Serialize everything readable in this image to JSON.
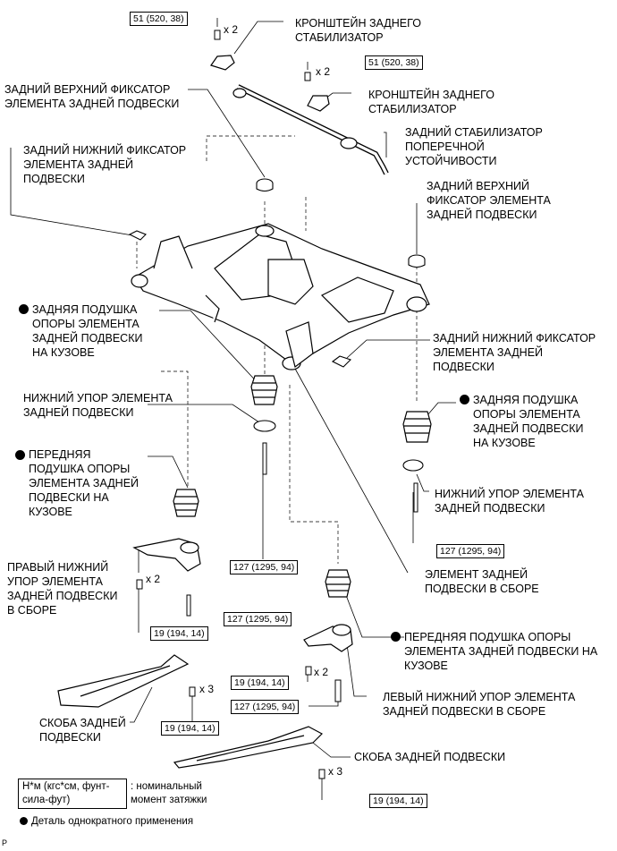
{
  "torque": {
    "t51": "51 (520, 38)",
    "t127": "127 (1295, 94)",
    "t19": "19 (194, 14)"
  },
  "qty": {
    "x2": "x 2",
    "x3": "x 3"
  },
  "labels": {
    "bracket_stab": "КРОНШТЕЙН ЗАДНЕГО\nСТАБИЛИЗАТОР",
    "bracket_stab2": "КРОНШТЕЙН ЗАДНЕГО\nСТАБИЛИЗАТОР",
    "upper_retainer_l": "ЗАДНИЙ ВЕРХНИЙ ФИКСАТОР\nЭЛЕМЕНТА ЗАДНЕЙ ПОДВЕСКИ",
    "stabilizer_bar": "ЗАДНИЙ СТАБИЛИЗАТОР\nПОПЕРЕЧНОЙ\nУСТОЙЧИВОСТИ",
    "lower_retainer_l": "ЗАДНИЙ НИЖНИЙ ФИКСАТОР\nЭЛЕМЕНТА ЗАДНЕЙ\nПОДВЕСКИ",
    "upper_retainer_r": "ЗАДНИЙ ВЕРХНИЙ\nФИКСАТОР ЭЛЕМЕНТА\nЗАДНЕЙ ПОДВЕСКИ",
    "rear_cushion_l": "ЗАДНЯЯ ПОДУШКА\nОПОРЫ ЭЛЕМЕНТА\nЗАДНЕЙ ПОДВЕСКИ\nНА КУЗОВЕ",
    "lower_retainer_r": "ЗАДНИЙ НИЖНИЙ ФИКСАТОР\nЭЛЕМЕНТА ЗАДНЕЙ\nПОДВЕСКИ",
    "lower_stopper_l": "НИЖНИЙ УПОР ЭЛЕМЕНТА\nЗАДНЕЙ ПОДВЕСКИ",
    "rear_cushion_r": "ЗАДНЯЯ ПОДУШКА\nОПОРЫ ЭЛЕМЕНТА\nЗАДНЕЙ ПОДВЕСКИ\nНА КУЗОВЕ",
    "front_cushion_l": "ПЕРЕДНЯЯ\nПОДУШКА ОПОРЫ\nЭЛЕМЕНТА ЗАДНЕЙ\nПОДВЕСКИ НА\nКУЗОВЕ",
    "lower_stopper_r": "НИЖНИЙ УПОР ЭЛЕМЕНТА\nЗАДНЕЙ ПОДВЕСКИ",
    "rh_lower_stopper": "ПРАВЫЙ НИЖНИЙ\nУПОР ЭЛЕМЕНТА\nЗАДНЕЙ ПОДВЕСКИ\nВ СБОРЕ",
    "member_assy": "ЭЛЕМЕНТ ЗАДНЕЙ\nПОДВЕСКИ В СБОРЕ",
    "front_cushion_r": "ПЕРЕДНЯЯ ПОДУШКА ОПОРЫ\nЭЛЕМЕНТА ЗАДНЕЙ ПОДВЕСКИ НА\nКУЗОВЕ",
    "lh_lower_stopper": "ЛЕВЫЙ НИЖНИЙ УПОР ЭЛЕМЕНТА\nЗАДНЕЙ ПОДВЕСКИ В СБОРЕ",
    "brace_l": "СКОБА ЗАДНЕЙ\nПОДВЕСКИ",
    "brace_r": "СКОБА ЗАДНЕЙ ПОДВЕСКИ"
  },
  "legend": {
    "unit": "Н*м (кгс*см, фунт-\nсила-фут)",
    "unit_desc": ": номинальный\nмомент затяжки",
    "nonreusable": "Деталь однократного применения"
  },
  "corner_mark": "P"
}
